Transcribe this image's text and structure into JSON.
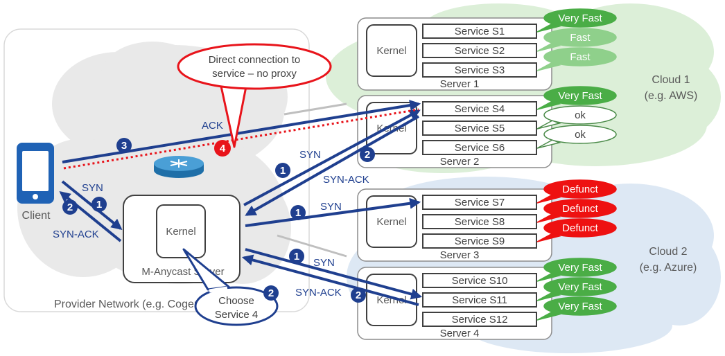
{
  "provider_network_label": "Provider Network (e.g. Cogent)",
  "client_label": "Client",
  "anycast_server_label": "M-Anycast Server",
  "kernel_label": "Kernel",
  "callout_direct": [
    "Direct connection to",
    "service – no proxy"
  ],
  "callout_choose": [
    "Choose",
    "Service 4"
  ],
  "clouds": [
    {
      "name": "Cloud 1",
      "sub": "(e.g. AWS)"
    },
    {
      "name": "Cloud 2",
      "sub": "(e.g. Azure)"
    }
  ],
  "servers": [
    {
      "label": "Server 1",
      "services": [
        "Service S1",
        "Service S2",
        "Service S3"
      ],
      "status": [
        "Very Fast",
        "Fast",
        "Fast"
      ]
    },
    {
      "label": "Server 2",
      "services": [
        "Service S4",
        "Service S5",
        "Service S6"
      ],
      "status": [
        "Very Fast",
        "ok",
        "ok"
      ]
    },
    {
      "label": "Server 3",
      "services": [
        "Service S7",
        "Service S8",
        "Service S9"
      ],
      "status": [
        "Defunct",
        "Defunct",
        "Defunct"
      ]
    },
    {
      "label": "Server 4",
      "services": [
        "Service S10",
        "Service S11",
        "Service S12"
      ],
      "status": [
        "Very Fast",
        "Very Fast",
        "Very Fast"
      ]
    }
  ],
  "arrow_labels": {
    "syn": "SYN",
    "syn_ack": "SYN-ACK",
    "ack": "ACK"
  },
  "steps": [
    "1",
    "2",
    "3",
    "4"
  ],
  "colors": {
    "arrow_blue": "#1f3f8f",
    "step_red": "#e8141b",
    "status_green": "#4aad46",
    "status_light_green": "#8fd08b",
    "status_red": "#ee1111",
    "cloud_green": "#dcefd8",
    "cloud_blue": "#dde8f4",
    "cloud_gray": "#e9e9e9"
  }
}
